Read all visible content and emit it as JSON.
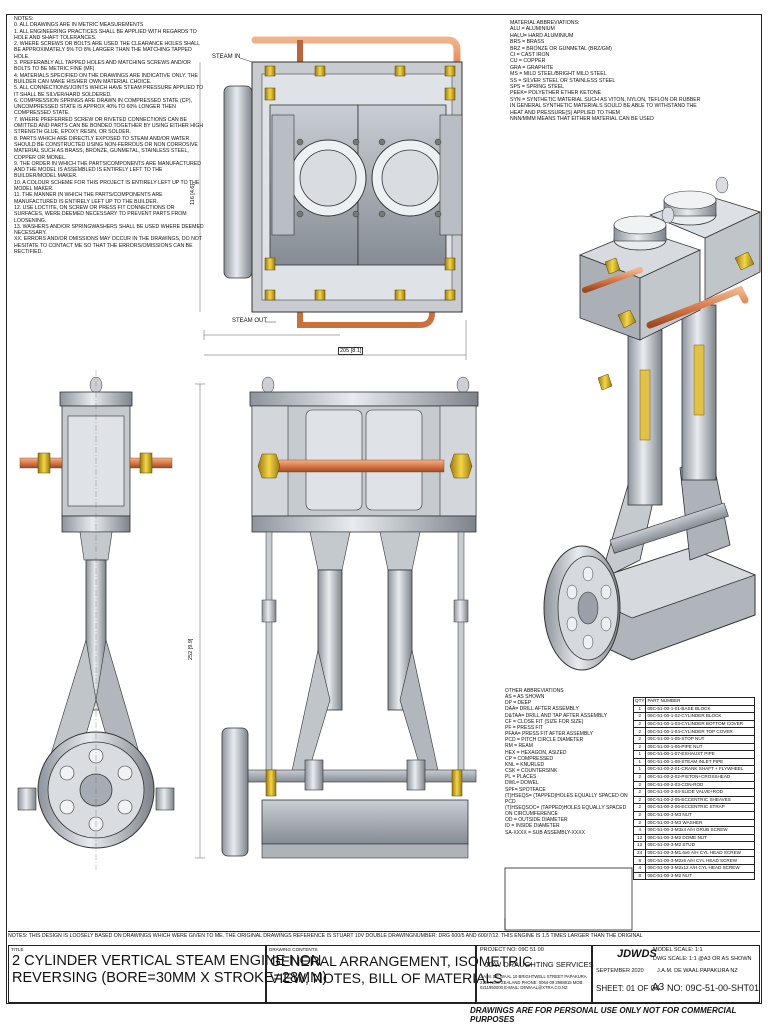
{
  "notes": [
    "NOTES:",
    "0. ALL DRAWINGS ARE IN METRIC MEASUREMENTS",
    "1. ALL ENGINEERING PRACTICES SHALL BE APPLIED WITH REGARDS TO HOLE AND SHAFT TOLERANCES.",
    "2. WHERE SCREWS OR BOLTS ARE USED THE CLEARANCE HOLES SHALL BE APPROXIMATELY 5% TO 8% LARGER THAN THE MATCHING TAPPED HOLE.",
    "3. PREFERABLY ALL TAPPED HOLES AND MATCHING SCREWS AND/OR BOLTS TO BE METRIC FINE (MF)",
    "4. MATERIALS SPECIFIED ON THE DRAWINGS ARE INDICATIVE ONLY. THE BUILDER CAN MAKE HIS/HER OWN MATERIAL CHOICE.",
    "5. ALL CONNECTIONS/JOINTS WHICH HAVE STEAM PRESSURE APPLIED TO IT SHALL BE SILVER/HARD SOLDERED.",
    "6. COMPRESSION SPRINGS ARE DRAWN IN COMPRESSED STATE (CP), UNCOMPRESSED STATE IS APPROX 40% TO 60% LONGER THEN COMPRESSED STATE.",
    "7. WHERE PREFERRED SCREW OR RIVETED CONNECTIONS CAN BE OMITTED AND PARTS CAN BE BONDED TOGETHER BY USING EITHER HIGH STRENGTH GLUE, EPOXY RESIN, OR SOLDER.",
    "8. PARTS WHICH ARE DIRECTLY EXPOSED TO STEAM AND/OR WATER SHOULD BE CONSTRUCTED USING NON-FERROUS OR NON CORROSIVE MATERIAL SUCH AS BRASS, BRONZE, GUNMETAL, STAINLESS STEEL, COPPER OR MONEL.",
    "9. THE ORDER IN WHICH THE PARTS/COMPONENTS ARE MANUFACTURED AND THE MODEL IS ASSEMBLED IS ENTIRELY LEFT TO THE BUILDER/MODEL MAKER.",
    "10. A COLOUR SCHEME FOR THIS PROJECT IS ENTIRELY LEFT UP TO THE MODEL MAKER.",
    "11. THE MANNER IN WHICH THE PARTS/COMPONENTS ARE MANUFACTURED IS ENTIRELY LEFT UP TO THE BUILDER.",
    "12. USE LOCTITE, ON SCREW OR PRESS FIT CONNECTIONS OR SURFACES, WERE DEEMED NECESSARY TO PREVENT PARTS FROM LOOSENING.",
    "13. WASHERS AND/OR SPRINGWASHERS SHALL BE USED WHERE DEEMED NECESSARY.",
    "XX. ERRORS AND/OR OMISSIONS MAY OCCUR IN THE DRAWINGS, DO NOT HESITATE TO CONTACT ME SO THAT THE ERRORS/OMISSIONS CAN BE RECTIFIED."
  ],
  "material_abbreviations": [
    "MATERIAL ABBREVIATIONS:",
    "ALU = ALUMINIUM",
    "HALU= HARD ALUMINIUM",
    "BRS = BRASS",
    "BRZ = BRONZE OR GUNMETAL (BRZ/GM)",
    "CI = CAST IRON",
    "CU = COPPER",
    "GRA = GRAPHITE",
    "MS = MILD STEEL/BRIGHT MILD STEEL",
    "SS = SILVER STEEL OR STAINLESS STEEL",
    "SPS = SPRING STEEL",
    "PEEK= POLYETHER ETHER KETONE",
    "SYN = SYNTHETIC MATERIAL SUCH AS VITON, NYLON, TEFLON OR RUBBER",
    "IN GENERAL SYNTHETIC MATERIALS SOULD BE ABLE TO WITHSTAND THE",
    "HEAT AND PRESSURE(S) APPLIED TO THEM",
    "nnn/mmm MEANS THAT EITHER MATERIAL CAN BE USED"
  ],
  "other_abbreviations": [
    "OTHER ABBREVIATIONS",
    "AS = AS SHOWN",
    "DP = DEEP",
    "DAA= DRILL AFTER ASSEMBLY",
    "D&TAA= DRILL AND TAP AFTER ASSEMBLY",
    "CF = CLOSE FIT (SIZE FOR SIZE)",
    "PF = PRESS FIT",
    "PFAA= PRESS FIT AFTER ASSEMBLY",
    "PCD = PITCH CIRCLE DIAMETER",
    "RM = REAM",
    "HEX = HEXAGON, ASIZED",
    "CP = COMPRESSED",
    "KNL = KNURLED",
    "CSK = COUNTERSINK",
    "PL = PLACES",
    "DWL= DOWEL",
    "SPF= SPOTFACE",
    "(T)HSEQS= (TAPPED)HOLES EQUALLY SPACED ON PCD",
    "(T)HSEQSOC= (TAPPED)HOLES EQUALLY SPACED ON CIRCUMFERENCE",
    "OD = OUTSIDE DIAMETER",
    "ID = INSIDE DIAMETER",
    "SA-xxxx = SUB ASSEMBLY-xxxx"
  ],
  "bom": {
    "header": {
      "qty": "QTY",
      "part": "PART NUMBER"
    },
    "rows": [
      {
        "qty": "1",
        "part": "09C-51-00-1-01-BASE BLOCK"
      },
      {
        "qty": "2",
        "part": "09C-51-00-1-02-CYLINDER BLOCK"
      },
      {
        "qty": "2",
        "part": "09C-51-00-1-03-CYLINDER BOTTOM COVER"
      },
      {
        "qty": "2",
        "part": "09C-51-00-1-04-CYLINDER TOP COVER"
      },
      {
        "qty": "2",
        "part": "09C-51-00-1-05-STOP NUT"
      },
      {
        "qty": "2",
        "part": "09C-51-00-1-06-PIPE NUT"
      },
      {
        "qty": "1",
        "part": "09C-51-00-1-07-EXHAUST PIPE"
      },
      {
        "qty": "1",
        "part": "09C-51-00-1-08-STEAM INLET PIPE"
      },
      {
        "qty": "1",
        "part": "09C-51-00-2-01-CRANK SHAFT + FLYWHEEL"
      },
      {
        "qty": "2",
        "part": "09C-51-00-2-02-PISTON+CROSSHEAD"
      },
      {
        "qty": "2",
        "part": "09C-51-00-2-03-CON-ROD"
      },
      {
        "qty": "2",
        "part": "09C-51-00-2-04-SLIDE VALVE+ROD"
      },
      {
        "qty": "2",
        "part": "09C-51-00-2-05-ECCENTRIC SHEAVES"
      },
      {
        "qty": "2",
        "part": "09C-51-00-2-06-ECCENTRIC STRAP"
      },
      {
        "qty": "2",
        "part": "09C-51-00-3-M3 NUT"
      },
      {
        "qty": "2",
        "part": "09C-51-00-3-M3 WASHER"
      },
      {
        "qty": "4",
        "part": "09C-51-00-3-M3x4 A/H GRUB SCREW"
      },
      {
        "qty": "12",
        "part": "09C-51-00-3-M2 DOME NUT"
      },
      {
        "qty": "12",
        "part": "09C-51-00-3-M2 STUD"
      },
      {
        "qty": "24",
        "part": "09C-51-00-3-M1.6x6 A/H CYL HEAD SCREW"
      },
      {
        "qty": "8",
        "part": "09C-51-00-3-M2x6 A/H CYL HEAD SCREW"
      },
      {
        "qty": "4",
        "part": "09C-51-00-3-M2x12 A/H CYL HEAD SCREW"
      },
      {
        "qty": "8",
        "part": "09C-51-00-3-M2 NUT"
      }
    ]
  },
  "labels": {
    "steam_in": "STEAM IN",
    "steam_out": "STEAM OUT",
    "dim_width": "205 [8.1]",
    "dim_height_front": "252 [9.9]",
    "dim_height_plan": "116 [4.6]"
  },
  "footnote": "NOTES: THIS DESIGN IS LOOSELY BASED ON DRAWINGS WHICH WERE GIVEN TO ME. THE ORIGINAL DRAWINGS REFERENCE IS STUART 10V DOUBLE DRAWINGNUMBER: DRG 600/5 AND 600/7/12. THIS ENGINE IS 1.5 TIMES LARGER THAN THE ORIGINAL",
  "title_block": {
    "title_caption": "TITLE",
    "title_line1": "2 CYLINDER VERTICAL STEAM ENGINE NON",
    "title_line2": "REVERSING (BORE=30mm x STROKE=28mm)",
    "contents_caption": "DRAWING CONTENTS",
    "contents_line1": "GENERAL ARRANGEMENT, ISOMETRIC",
    "contents_line2": "VIEW, NOTES, BILL OF MATERIALS",
    "project_no": "PROJECT No: 09C 51 00",
    "company": "JDW DRAUGHTING SERVICES",
    "address": "J.A.M. DE WAAL 10 BRIGHTWELL STREET PAPAKURA",
    "contact": "2110 NEW ZEALAND PHONE: 0064-09 2988815 MOB: 0211950000 E-MAIL: dewaal@xtra.co.nz",
    "logo": "JDWDS",
    "model_scale": "MODEL SCALE: 1:1",
    "dwg_scale": "DWG SCALE: 1:1 @A3 OR AS SHOWN",
    "date": "SEPTEMBER 2020",
    "drawn_by": "J.A.M. DE WAAL PAPAKURA NZ",
    "sheet": "SHEET: 01 OF 04",
    "size": "A3",
    "drawing_no": "No: 09C-51-00-SHT01"
  },
  "disclaimer": "DRAWINGS ARE FOR PERSONAL USE ONLY NOT FOR COMMERCIAL PURPOSES"
}
